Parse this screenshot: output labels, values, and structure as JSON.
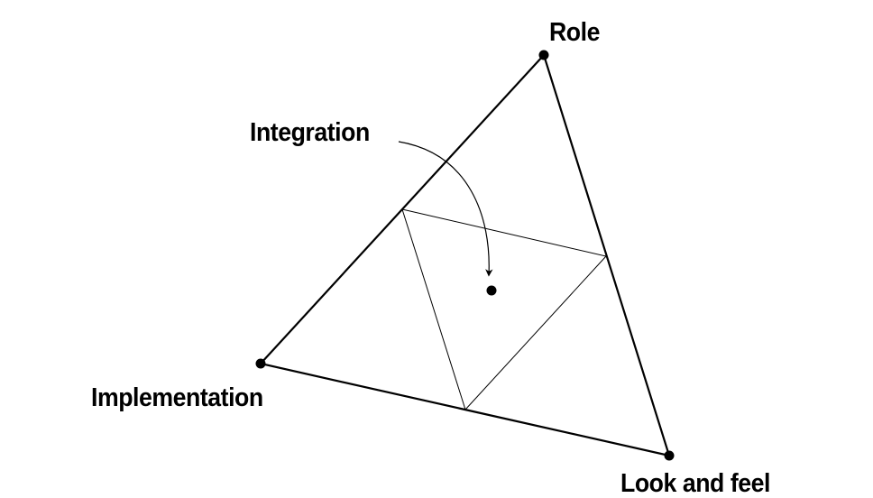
{
  "diagram": {
    "vertices": {
      "role": "Role",
      "implementation": "Implementation",
      "look_and_feel": "Look and feel"
    },
    "center": "Integration"
  }
}
